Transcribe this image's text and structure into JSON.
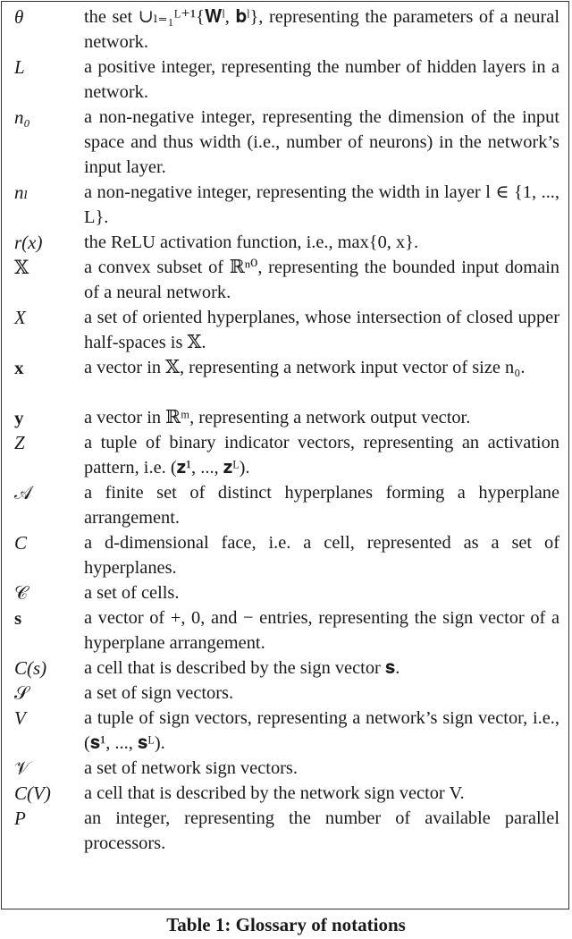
{
  "table": {
    "caption": "Table 1: Glossary of notations",
    "rows": [
      {
        "symbol": "θ",
        "description": "the set ∪ₗ₌₁ᴸ⁺¹{𝐖ˡ, 𝐛ˡ}, representing the parameters of a neural network."
      },
      {
        "symbol": "L",
        "description": "a positive integer, representing the number of hidden layers in a network."
      },
      {
        "symbol": "n₀",
        "description": "a non-negative integer, representing the dimension of the input space and thus width (i.e., number of neurons) in the network’s input layer."
      },
      {
        "symbol": "nₗ",
        "description": "a non-negative integer, representing the width in layer l ∈ {1, ..., L}."
      },
      {
        "symbol": "r(x)",
        "description": "the ReLU activation function, i.e., max{0, x}."
      },
      {
        "symbol": "𝕏",
        "description": "a convex subset of ℝⁿ⁰, representing the bounded input domain of a neural network."
      },
      {
        "symbol": "X",
        "description": "a set of oriented hyperplanes, whose intersection of closed upper half-spaces is 𝕏."
      },
      {
        "symbol": "x",
        "description": "a vector in 𝕏, representing a network input vector of size n₀."
      },
      {
        "symbol": "y",
        "description": "a vector in ℝᵐ, representing a network output vector."
      },
      {
        "symbol": "Z",
        "description": "a tuple of binary indicator vectors, representing an activation pattern, i.e. (𝐳¹, ..., 𝐳ᴸ)."
      },
      {
        "symbol": "𝒜",
        "description": "a finite set of distinct hyperplanes forming a hyperplane arrangement."
      },
      {
        "symbol": "C",
        "description": "a d-dimensional face, i.e. a cell, represented as a set of hyperplanes."
      },
      {
        "symbol": "𝒞",
        "description": "a set of cells."
      },
      {
        "symbol": "s",
        "description": "a vector of +, 0, and − entries, representing the sign vector of a hyperplane arrangement."
      },
      {
        "symbol": "C(s)",
        "description": "a cell that is described by the sign vector 𝐬."
      },
      {
        "symbol": "𝒮",
        "description": "a set of sign vectors."
      },
      {
        "symbol": "V",
        "description": "a tuple of sign vectors, representing a network’s sign vector, i.e., (𝐬¹, ..., 𝐬ᴸ)."
      },
      {
        "symbol": "𝒱",
        "description": "a set of network sign vectors."
      },
      {
        "symbol": "C(V)",
        "description": "a cell that is described by the network sign vector V."
      },
      {
        "symbol": "P",
        "description": "an integer, representing the number of available parallel processors."
      }
    ]
  }
}
